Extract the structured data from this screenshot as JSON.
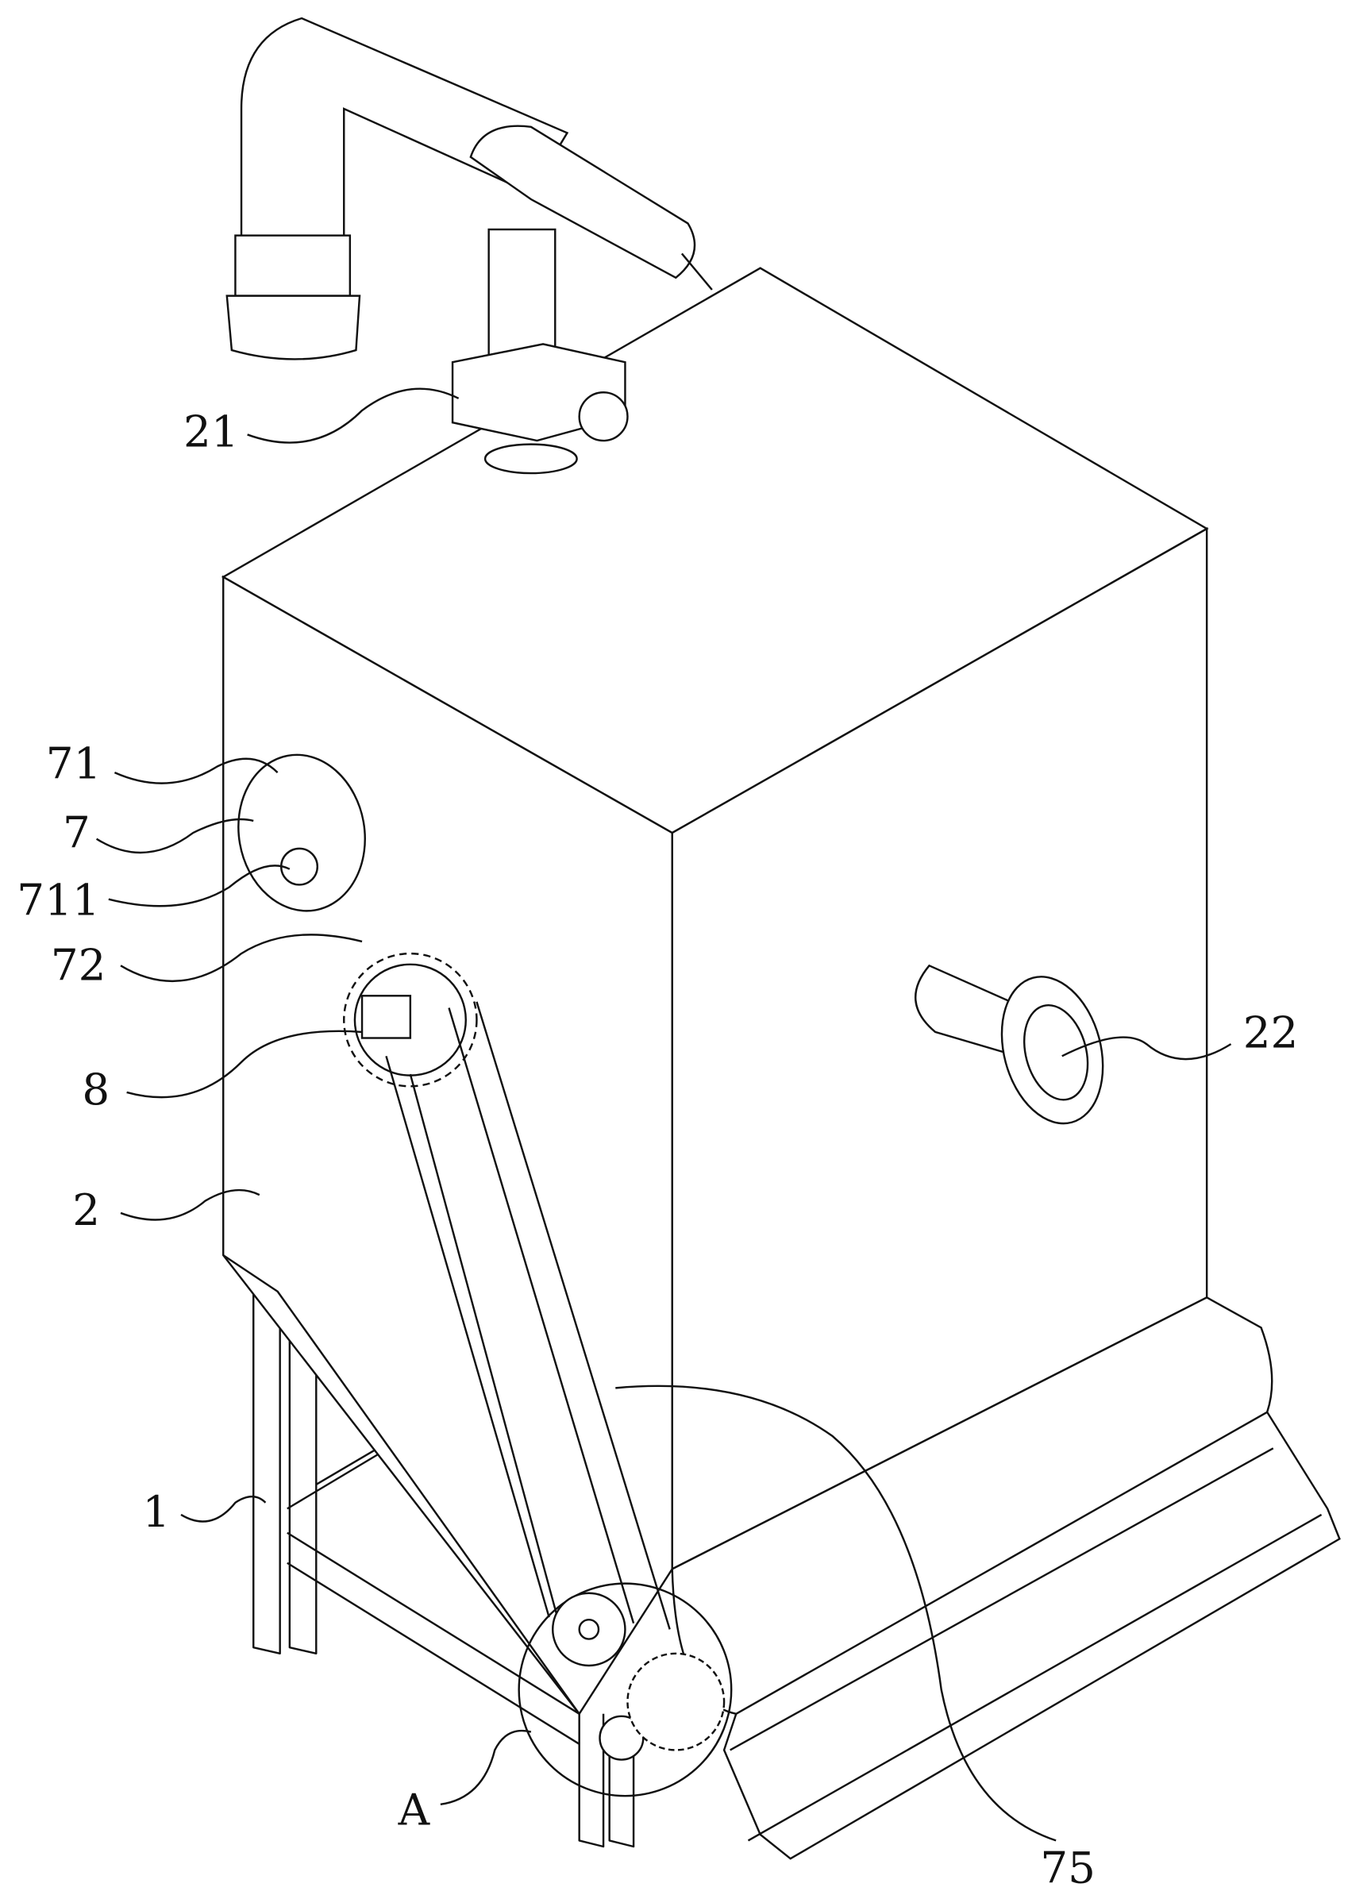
{
  "labels": {
    "l21": "21",
    "l71": "71",
    "l7": "7",
    "l711": "711",
    "l72": "72",
    "l8": "8",
    "l2": "2",
    "l1": "1",
    "lA": "A",
    "l75": "75",
    "l22": "22"
  }
}
